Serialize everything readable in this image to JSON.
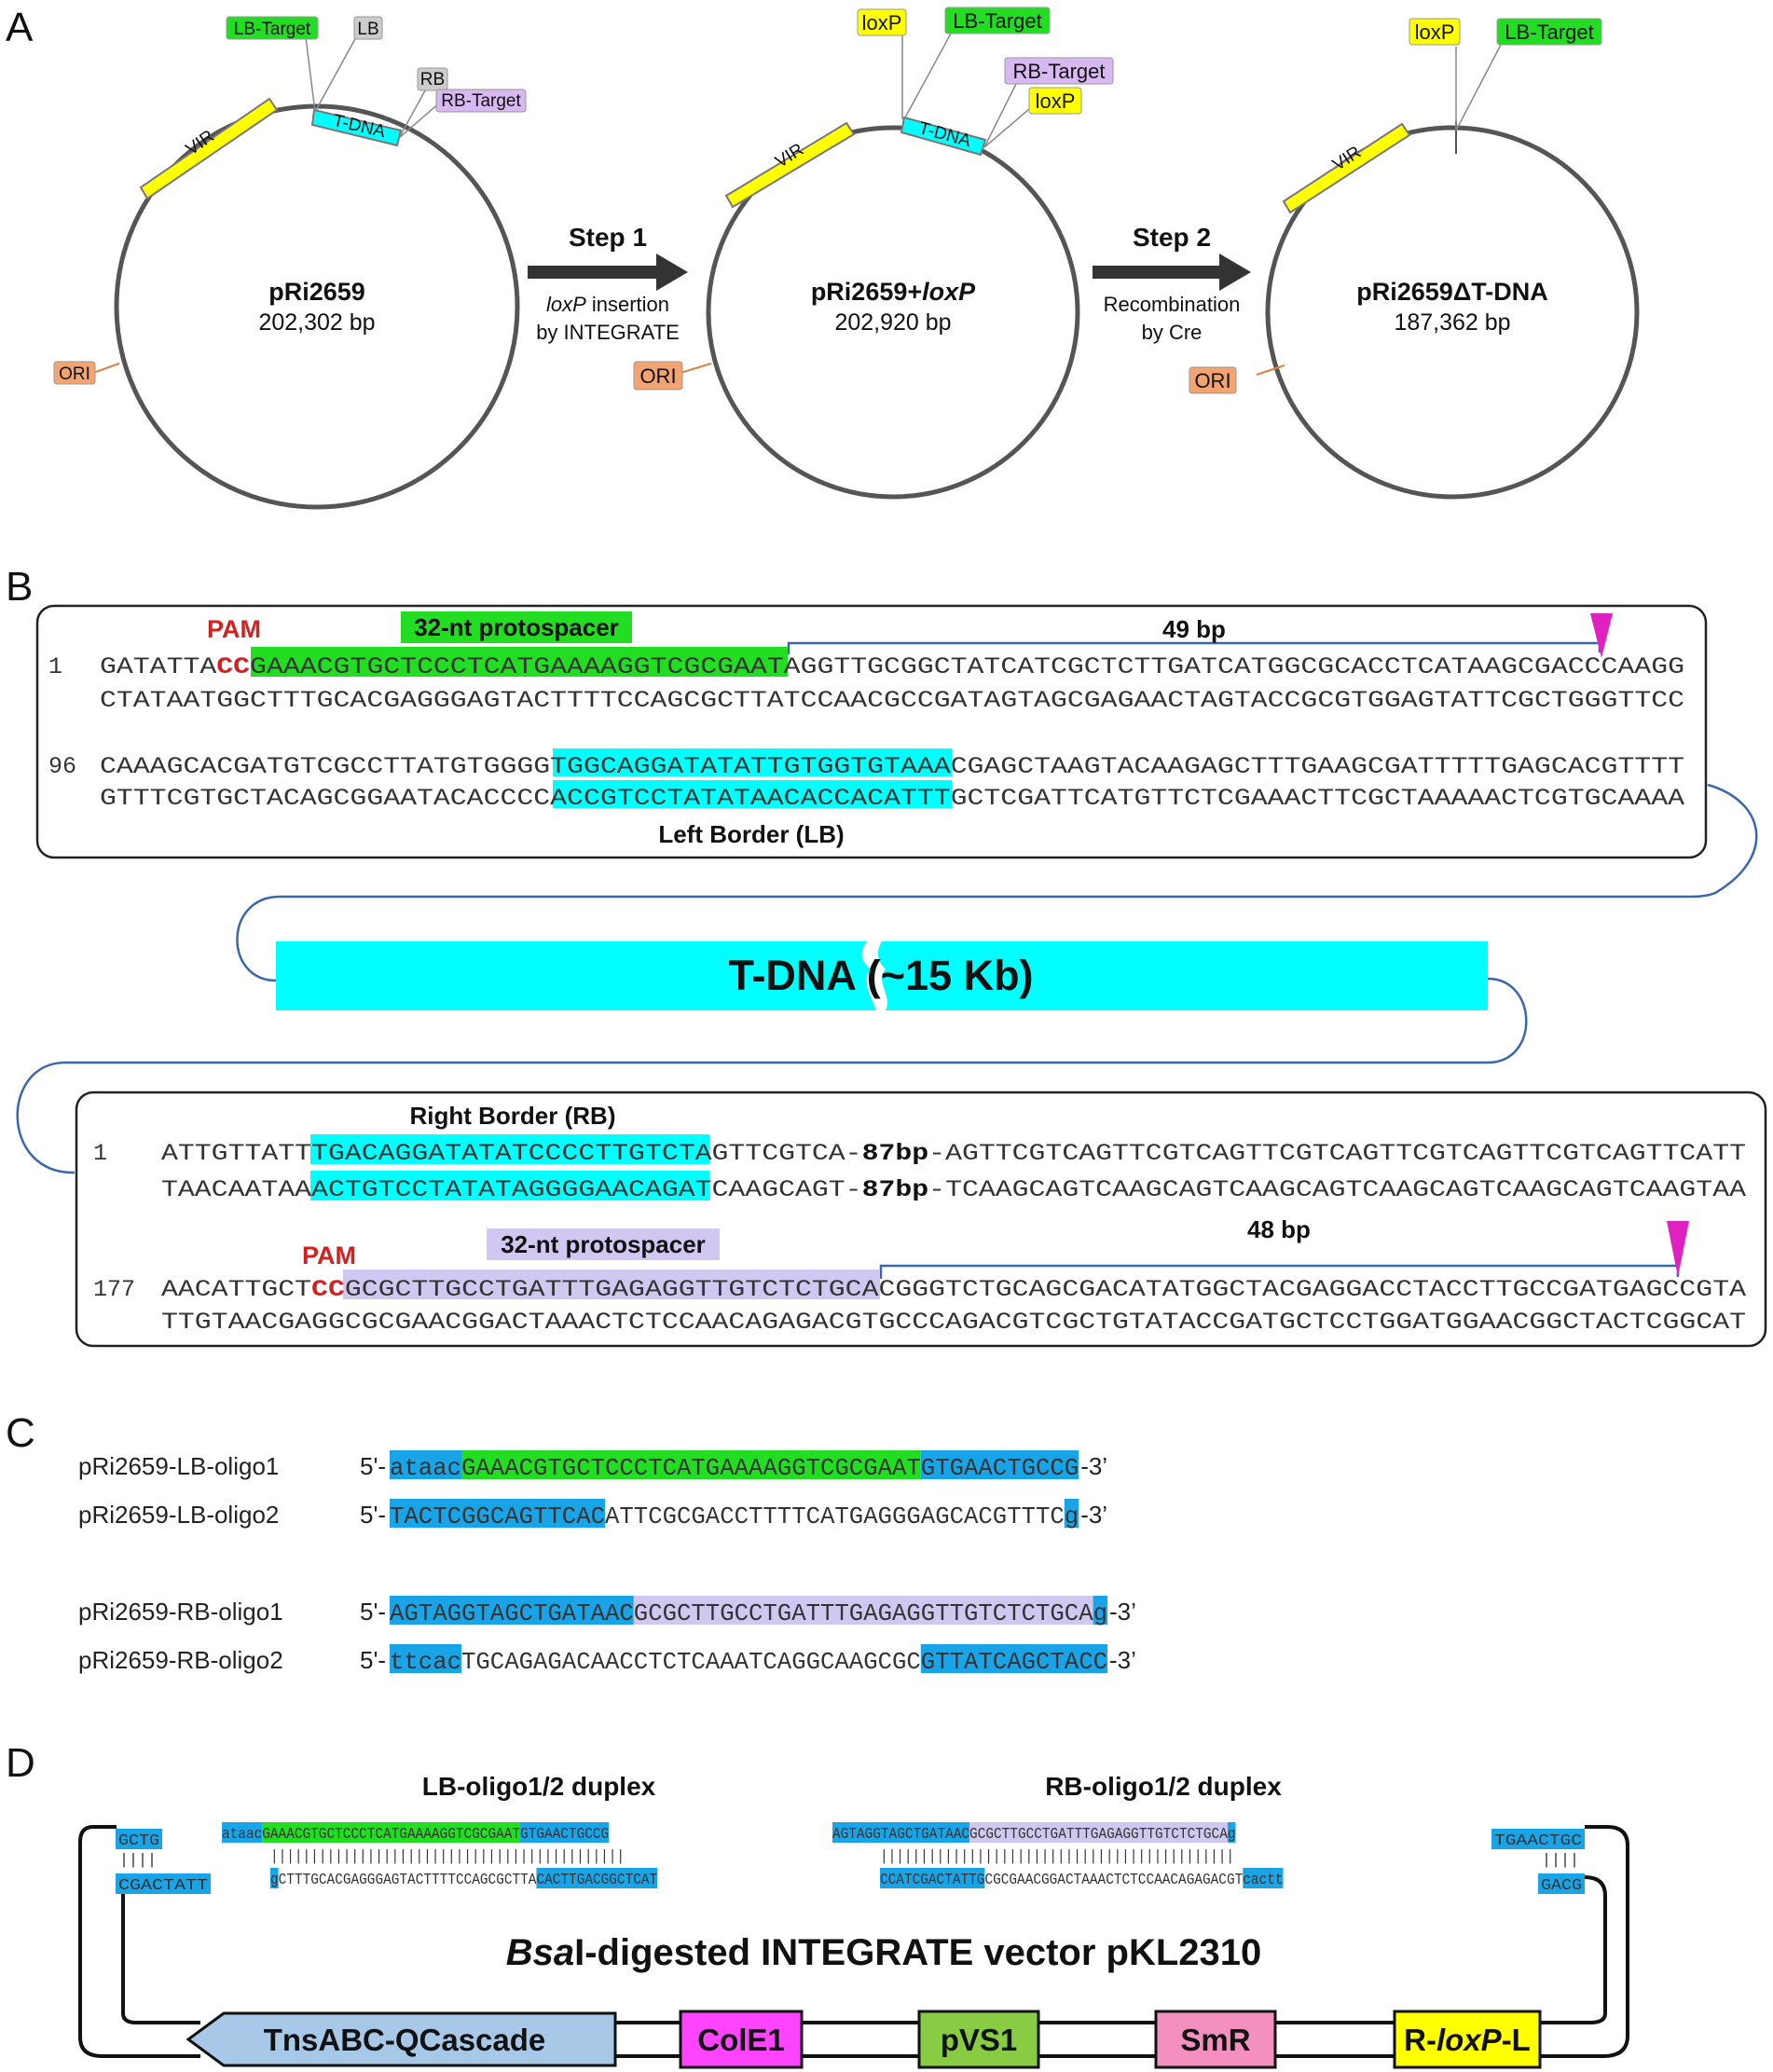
{
  "panels": [
    "A",
    "B",
    "C",
    "D"
  ],
  "panel_a": {
    "plasmids": [
      {
        "name": "pRi2659",
        "size": "202,302 bp"
      },
      {
        "name_prefix": "pRi2659+",
        "name_italic": "loxP",
        "size": "202,920 bp"
      },
      {
        "name": "pRi2659ΔT-DNA",
        "size": "187,362 bp"
      }
    ],
    "features": {
      "vir": "VIR",
      "tdna": "T-DNA",
      "ori": "ORI",
      "lb": "LB",
      "rb": "RB",
      "lb_target": "LB-Target",
      "rb_target": "RB-Target",
      "loxp": "loxP"
    },
    "step1": {
      "title": "Step 1",
      "line1_italic": "loxP",
      "line1_rest": " insertion",
      "line2": "by INTEGRATE"
    },
    "step2": {
      "title": "Step 2",
      "line1": "Recombination",
      "line2": "by Cre"
    },
    "colors": {
      "vir": "#ffff00",
      "tdna": "#00ffff",
      "lb_target": "#22dd22",
      "rb_target": "#d8b8f0",
      "loxp": "#ffff00",
      "lb": "#cccccc",
      "ori": "#f4a470",
      "circle": "#555555"
    }
  },
  "panel_b": {
    "pam": "PAM",
    "protospacer": "32-nt protospacer",
    "lb_bracket": "49 bp",
    "rb_bracket": "48 bp",
    "left_border": "Left Border (LB)",
    "right_border": "Right Border (RB)",
    "tdna_band": "T-DNA (~15 Kb)",
    "lb_block": {
      "line1": {
        "num": "1",
        "a": "GATATTA",
        "pam": "CC",
        "hl": "GAAACGTGCTCCCTCATGAAAAGGTCGCGAAT",
        "b": "AGGTTGCGGCTATCATCGCTCTTGATCATGGCGCACCTCATAAGCGACCCAAGG"
      },
      "line2": "CTATAATGGCTTTGCACGAGGGAGTACTTTTCCAGCGCTTATCCAACGCCGATAGTAGCGAGAACTAGTACCGCGTGGAGTATTCGCTGGGTTCC",
      "line3": {
        "num": "96",
        "a": "CAAAGCACGATGTCGCCTTATGTGGGG",
        "hl": "TGGCAGGATATATTGTGGTGTAAA",
        "b": "CGAGCTAAGTACAAGAGCTTTGAAGCGATTTTTGAGCACGTTTT"
      },
      "line4": {
        "a": "GTTTCGTGCTACAGCGGAATACACCCC",
        "hl": "ACCGTCCTATATAACACCACATTT",
        "b": "GCTCGATTCATGTTCTCGAAACTTCGCTAAAAACTCGTGCAAAA"
      }
    },
    "rb_block": {
      "line1": {
        "num": "1",
        "a": "ATTGTTATT",
        "hl": "TGACAGGATATATCCCCTTGTCTA",
        "b": "GTTCGTCA-",
        "bp": "87bp",
        "c": "-AGTTCGTCAGTTCGTCAGTTCGTCAGTTCGTCAGTTCGTCAGTTCATT"
      },
      "line2": {
        "a": "TAACAATAA",
        "hl": "ACTGTCCTATATAGGGGAACAGAT",
        "b": "CAAGCAGT-",
        "bp": "87bp",
        "c": "-TCAAGCAGTCAAGCAGTCAAGCAGTCAAGCAGTCAAGCAGTCAAGTAA"
      },
      "line3": {
        "num": "177",
        "a": "AACATTGCT",
        "pam": "CC",
        "hl": "GCGCTTGCCTGATTTGAGAGGTTGTCTCTGCA",
        "b": "CGGGTCTGCAGCGACATATGGCTACGAGGACCTACCTTGCCGATGAGCCGTA"
      },
      "line4": "TTGTAACGAGGCGCGAACGGACTAAACTCTCCAACAGAGACGTGCCCAGACGTCGCTGTATACCGATGCTCCTGGATGGAACGGCTACTCGGCAT"
    },
    "colors": {
      "protospacer_lb": "#22dd22",
      "protospacer_rb": "#d0c8f0",
      "border": "#00ffff",
      "pam": "#d42020",
      "cut": "#e020c0",
      "bracket": "#3a66b0"
    }
  },
  "panel_c": {
    "prime5": "5'-",
    "prime3": "-3’",
    "oligos": [
      {
        "name": "pRi2659-LB-oligo1",
        "segments": [
          [
            "ataac",
            "blue"
          ],
          [
            "GAAACGTGCTCCCTCATGAAAAGGTCGCGAAT",
            "green"
          ],
          [
            "GTGAACTGCCG",
            "blue"
          ]
        ]
      },
      {
        "name": "pRi2659-LB-oligo2",
        "segments": [
          [
            "TACTCGGCAGTTCAC",
            "blue"
          ],
          [
            "ATTCGCGACCTTTTCATGAGGGAGCACGTTTC",
            "none"
          ],
          [
            "g",
            "blue"
          ]
        ]
      },
      {
        "name": "pRi2659-RB-oligo1",
        "segments": [
          [
            "AGTAGGTAGCTGATAAC",
            "blue"
          ],
          [
            "GCGCTTGCCTGATTTGAGAGGTTGTCTCTGCA",
            "lavender"
          ],
          [
            "g",
            "blue"
          ]
        ]
      },
      {
        "name": "pRi2659-RB-oligo2",
        "segments": [
          [
            "ttcac",
            "blue"
          ],
          [
            "TGCAGAGACAACCTCTCAAATCAGGCAAGCGC",
            "none"
          ],
          [
            "GTTATCAGCTACC",
            "blue"
          ]
        ]
      }
    ],
    "colors": {
      "blue": "#1aa4e8",
      "green": "#22dd22",
      "lavender": "#d0c8f0"
    }
  },
  "panel_d": {
    "lb_duplex_title": "LB-oligo1/2 duplex",
    "rb_duplex_title": "RB-oligo1/2 duplex",
    "vector_title_italic": "Bsa",
    "vector_title_rest": "I-digested INTEGRATE vector pKL2310",
    "left_end": {
      "top": "GCTG",
      "bottom": "CGACTATT"
    },
    "right_end": {
      "top": "TGAACTGC",
      "bottom": "GACG"
    },
    "lb_top": [
      [
        "ataac",
        "blue"
      ],
      [
        "GAAACGTGCTCCCTCATGAAAAGGTCGCGAAT",
        "green"
      ],
      [
        "GTGAACTGCCG",
        "blue"
      ]
    ],
    "lb_bottom": [
      [
        "g",
        "blue"
      ],
      [
        "CTTTGCACGAGGGAGTACTTTTCCAGCGCTTA",
        "none"
      ],
      [
        "CACTTGACGGCTCAT",
        "blue"
      ]
    ],
    "rb_top": [
      [
        "AGTAGGTAGCTGATAAC",
        "blue"
      ],
      [
        "GCGCTTGCCTGATTTGAGAGGTTGTCTCTGCA",
        "lavender"
      ],
      [
        "g",
        "blue"
      ]
    ],
    "rb_bottom": [
      [
        "CCATCGACTATTG",
        "blue"
      ],
      [
        "CGCGAACGGACTAAACTCTCCAACAGAGACGT",
        "none"
      ],
      [
        "cactt",
        "blue"
      ]
    ],
    "pairs_lb": "||||||||||||||||||||||||||||||||||||||||||||",
    "pairs_rb": "||||||||||||||||||||||||||||||||||||||||||||",
    "pairs_short": "||||",
    "modules": [
      {
        "label": "TnsABC-QCascade",
        "color": "#a8c8e8"
      },
      {
        "label": "ColE1",
        "color": "#ff44ff"
      },
      {
        "label": "pVS1",
        "color": "#88cc44"
      },
      {
        "label": "SmR",
        "color": "#f490c0"
      },
      {
        "label_prefix": "R-",
        "label_italic": "loxP",
        "label_suffix": "-L",
        "color": "#ffff00"
      }
    ]
  }
}
